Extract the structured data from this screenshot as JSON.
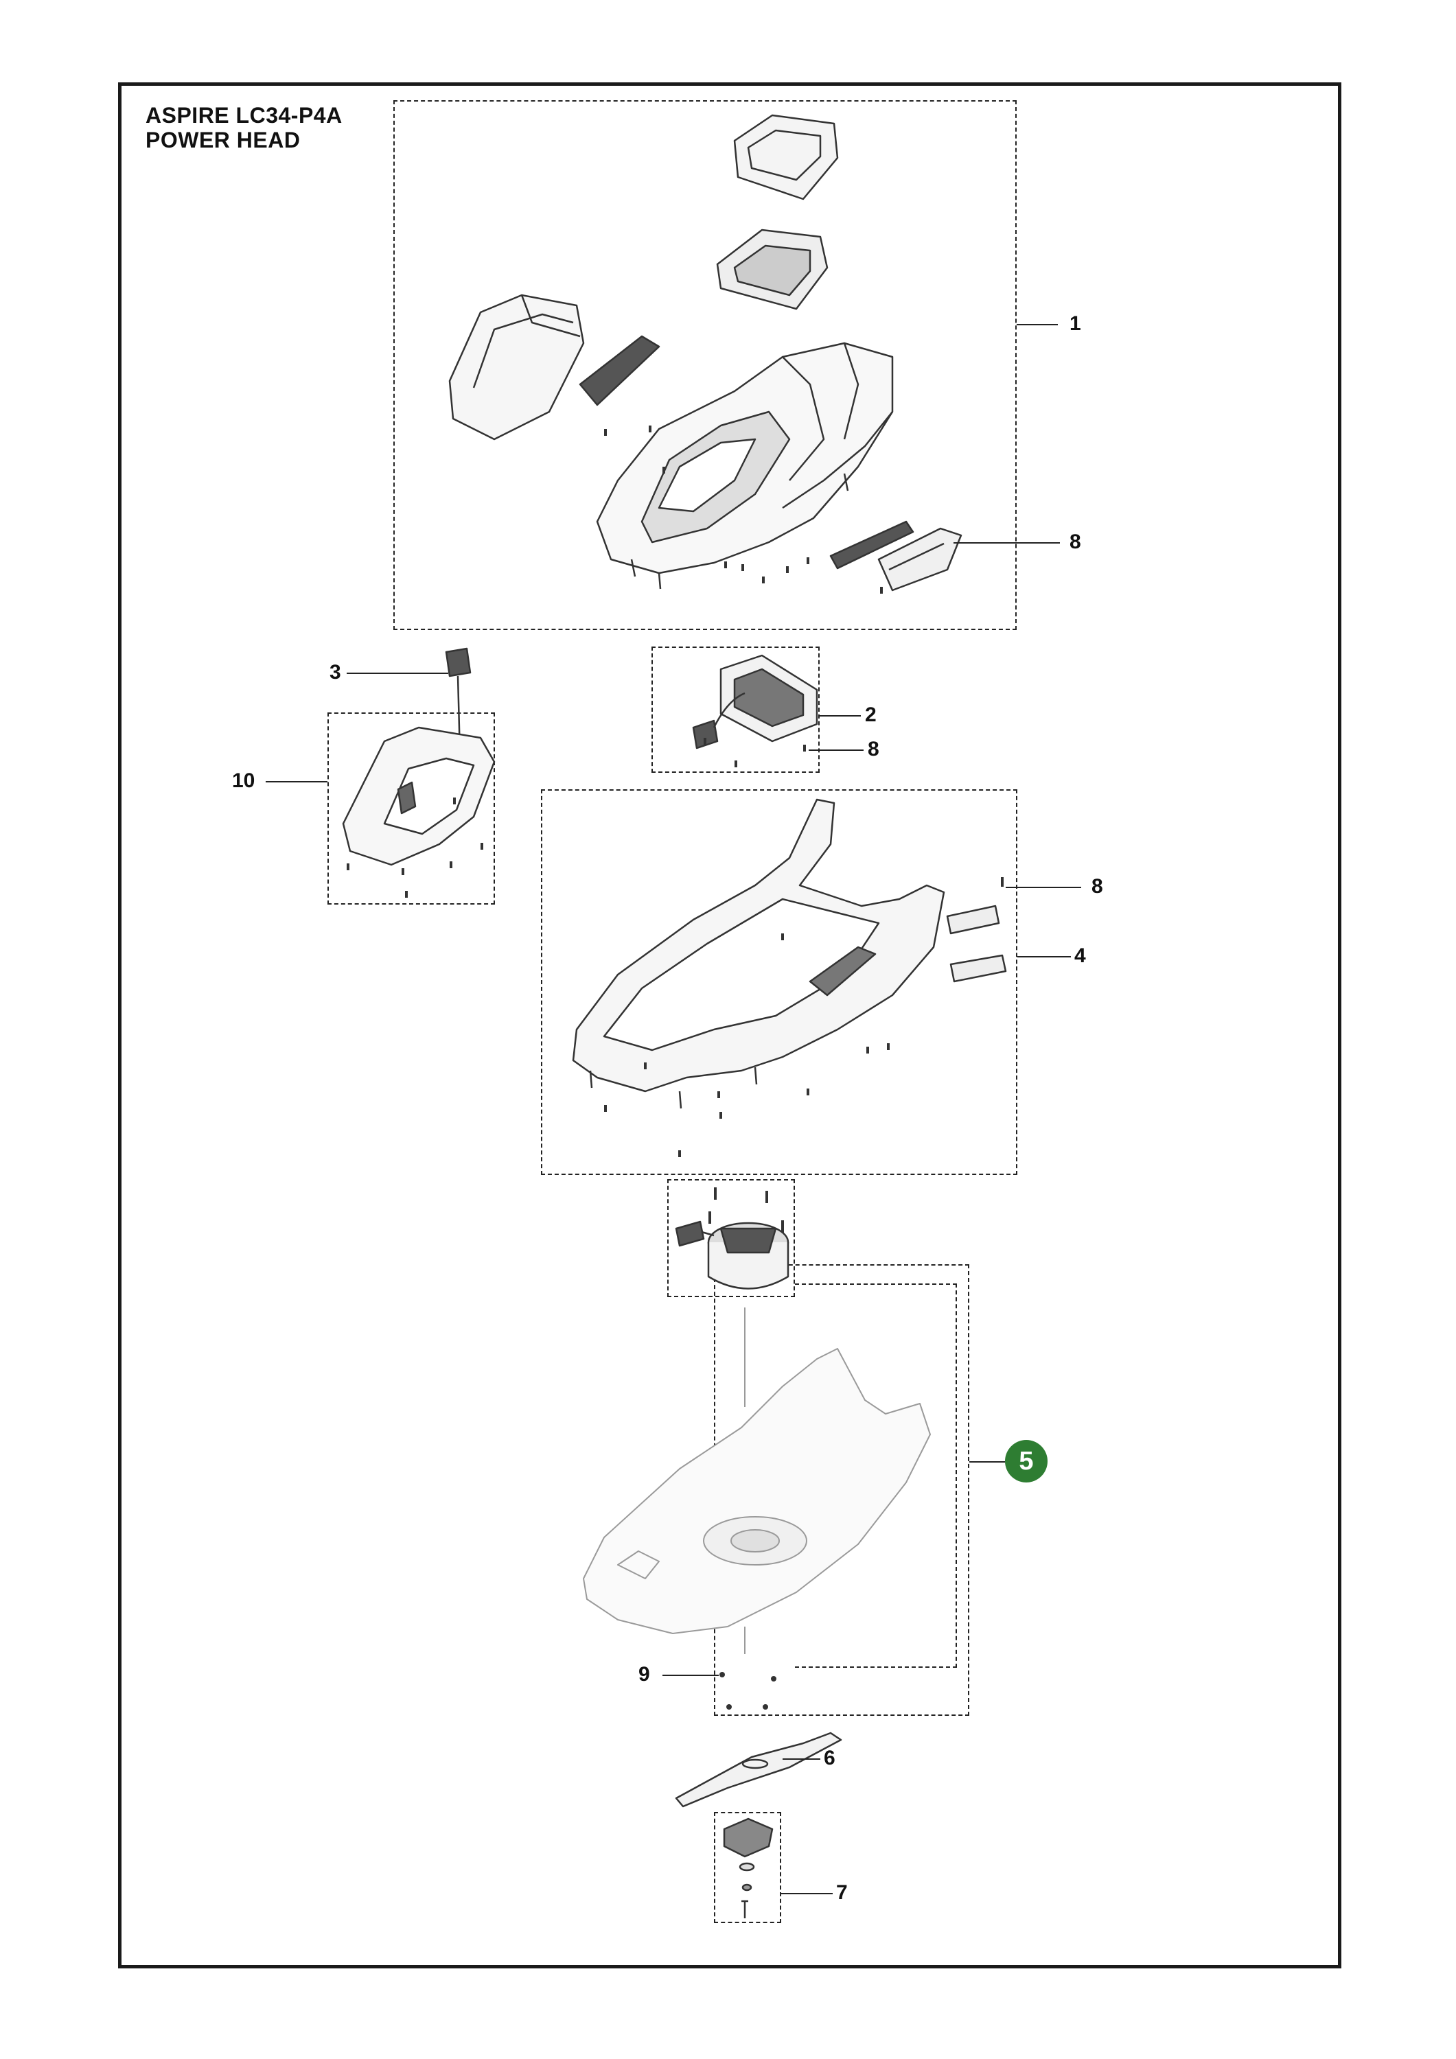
{
  "title": {
    "model": "ASPIRE LC34-P4A",
    "section": "POWER HEAD"
  },
  "callouts": {
    "c1": "1",
    "c2": "2",
    "c3": "3",
    "c4": "4",
    "c5": "5",
    "c6": "6",
    "c7": "7",
    "c8a": "8",
    "c8b": "8",
    "c8c": "8",
    "c9": "9",
    "c10": "10"
  },
  "colors": {
    "highlight_badge": "#2e7d32",
    "line": "#222222",
    "faded_part": "#9a9a9a"
  }
}
